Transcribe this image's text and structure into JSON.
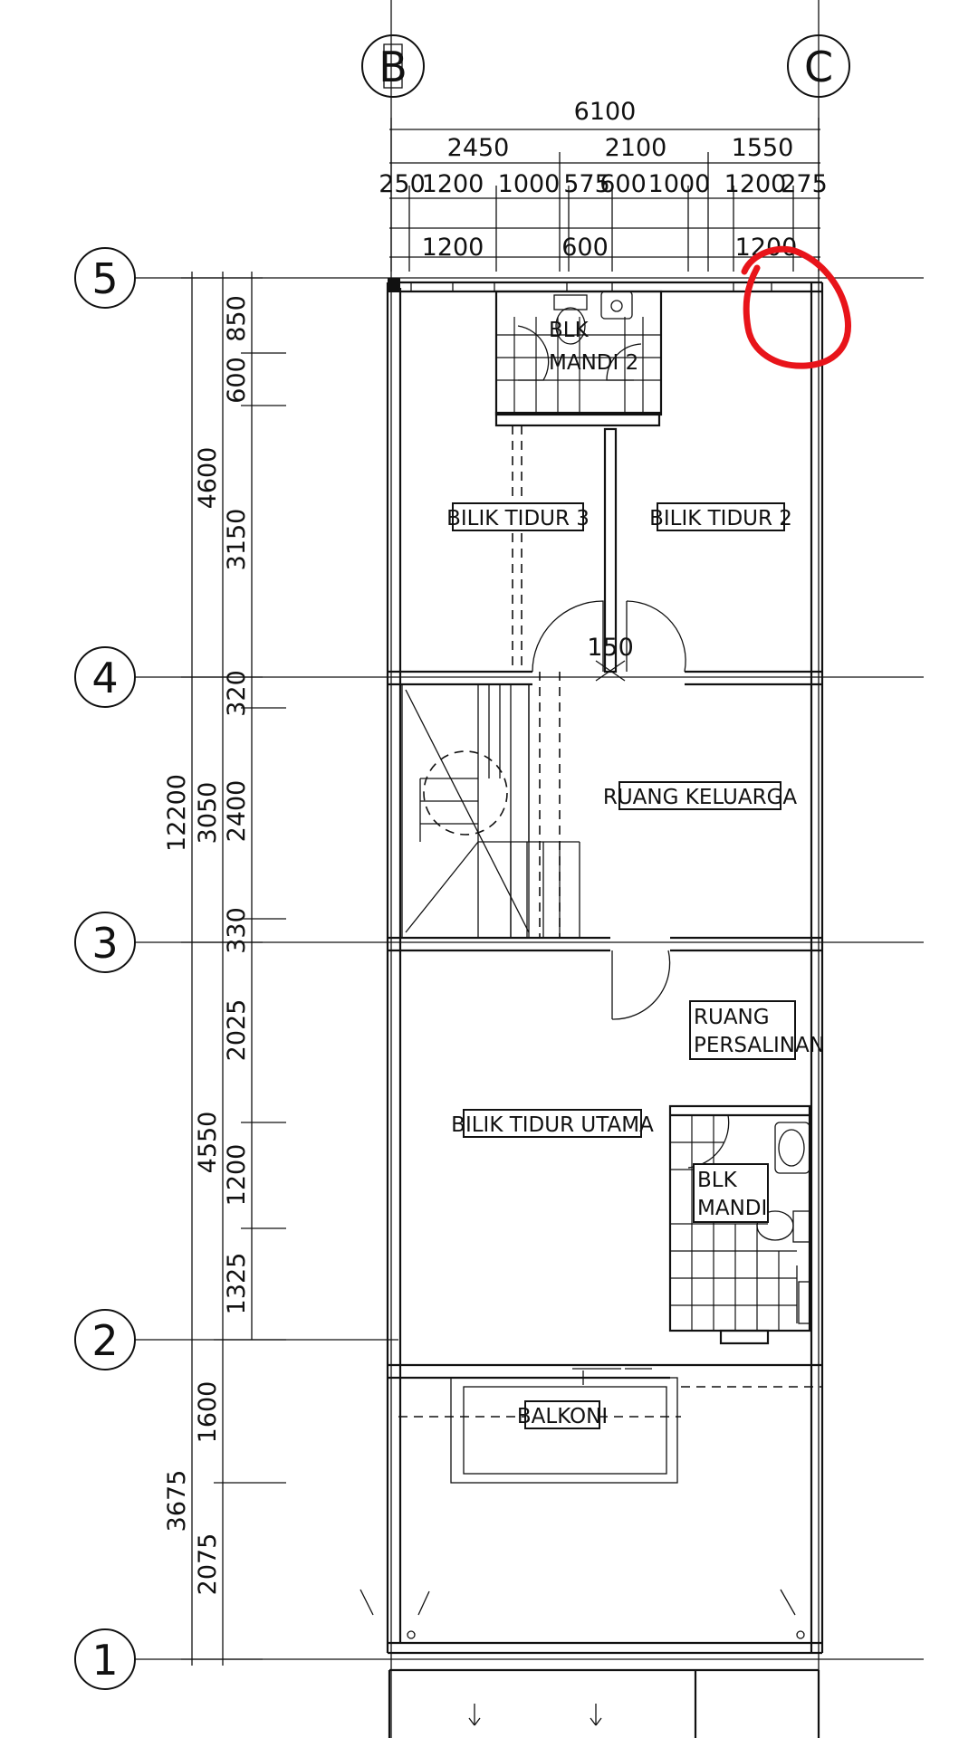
{
  "gridlines": {
    "columns": [
      "B",
      "C"
    ],
    "rows": [
      "5",
      "4",
      "3",
      "2",
      "1"
    ]
  },
  "dimensions": {
    "top_total": "6100",
    "top_segments": [
      "2450",
      "2100",
      "1550"
    ],
    "top_detail": [
      "250",
      "1200",
      "1000",
      "575",
      "600",
      "1000",
      "1200",
      "275"
    ],
    "top_openings": [
      "1200",
      "600",
      "1200"
    ],
    "left_total": "12200",
    "left_major": [
      "4600",
      "3050",
      "4550",
      "3675"
    ],
    "left_minor": [
      "850",
      "600",
      "3150",
      "320",
      "2400",
      "330",
      "2025",
      "1200",
      "1325",
      "1600",
      "2075"
    ],
    "door_gap": "150"
  },
  "rooms": {
    "blk_mandi_2": [
      "BLK",
      "MANDI 2"
    ],
    "bilik_tidur_3": "BILIK TIDUR 3",
    "bilik_tidur_2": "BILIK TIDUR 2",
    "ruang_keluarga": "RUANG KELUARGA",
    "ruang_persalinan": [
      "RUANG",
      "PERSALINAN"
    ],
    "bilik_tidur_utama": "BILIK TIDUR UTAMA",
    "blk_mandi": [
      "BLK",
      "MANDI"
    ],
    "balkoni": "BALKONI"
  },
  "colors": {
    "line": "#111111",
    "markup_circle": "#e8141a"
  }
}
